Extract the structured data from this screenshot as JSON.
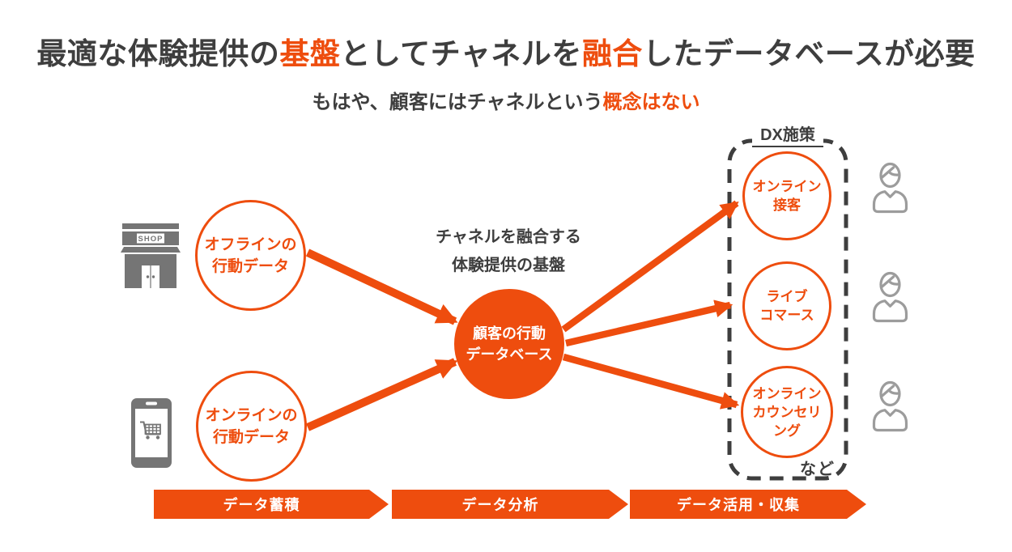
{
  "colors": {
    "accent": "#EE4D0E",
    "dark_text": "#3E3E3E",
    "icon_gray": "#757575",
    "person_gray": "#9C9C9C"
  },
  "header": {
    "title_segments": [
      {
        "text": "最適な体験提供の",
        "highlight": false
      },
      {
        "text": "基盤",
        "highlight": true
      },
      {
        "text": "としてチャネルを",
        "highlight": false
      },
      {
        "text": "融合",
        "highlight": true
      },
      {
        "text": "したデータベースが必要",
        "highlight": false
      }
    ],
    "subtitle_segments": [
      {
        "text": "もはや、顧客にはチャネルという",
        "highlight": false
      },
      {
        "text": "概念はない",
        "highlight": true
      }
    ]
  },
  "sources": {
    "store_sign": "SHOP",
    "offline": {
      "lines": [
        "オフラインの",
        "行動データ"
      ]
    },
    "online": {
      "lines": [
        "オンラインの",
        "行動データ"
      ]
    }
  },
  "hub": {
    "caption_lines": [
      "チャネルを融合する",
      "体験提供の基盤"
    ],
    "label_lines": [
      "顧客の行動",
      "データベース"
    ]
  },
  "dx": {
    "box_label": "DX施策",
    "items": [
      {
        "lines": [
          "オンライン",
          "接客"
        ]
      },
      {
        "lines": [
          "ライブ",
          "コマース"
        ]
      },
      {
        "lines": [
          "オンライン",
          "カウンセリ",
          "ング"
        ]
      }
    ],
    "etc_label": "など"
  },
  "process_steps": [
    {
      "label": "データ蓄積"
    },
    {
      "label": "データ分析"
    },
    {
      "label": "データ活用・収集"
    }
  ]
}
